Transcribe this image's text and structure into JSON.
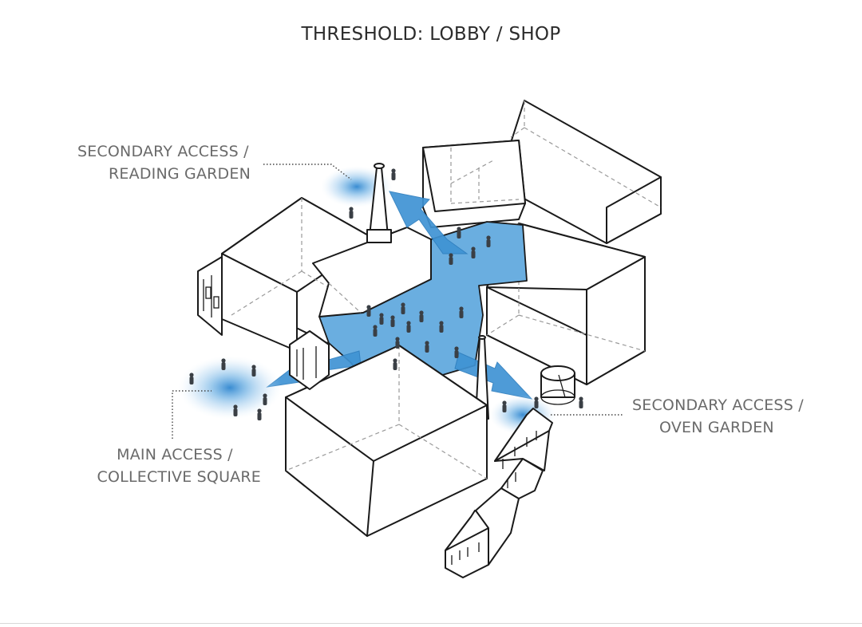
{
  "title": "THRESHOLD: LOBBY / SHOP",
  "labels": {
    "reading_garden": [
      "SECONDARY ACCESS /",
      "READING GARDEN"
    ],
    "oven_garden": [
      "SECONDARY ACCESS /",
      "OVEN GARDEN"
    ],
    "main_access": [
      "MAIN ACCESS /",
      "COLLECTIVE SQUARE"
    ]
  },
  "colors": {
    "accent_blue": "#3f93d4",
    "plaza_blue": "#6aaee0",
    "line": "#1a1a1a",
    "label_gray": "#6a6a6a"
  }
}
